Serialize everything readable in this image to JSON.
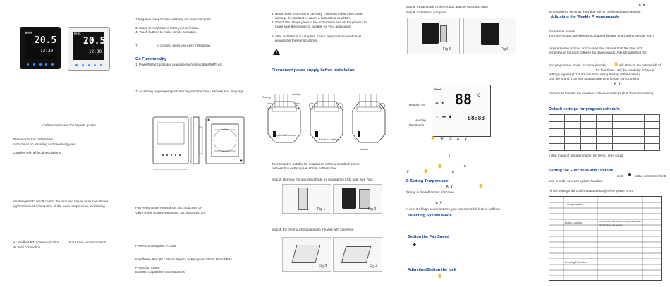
{
  "col1": {
    "device_texts": {
      "week_a": "Week",
      "temp_a": "20.5",
      "time_a": "12:30",
      "week_b": "Week",
      "temp_b": "20.5",
      "time_b": "12:30"
    },
    "lines": [
      "craftsmanship and the highest quality",
      "Please read this installation/",
      "instructions on installing and operating your",
      "complies with all local regulations.",
      "are designed to on/off control the fans and valves in air conditioner",
      "applications via comparison of the room temperature and setting",
      "N : Modbus RTU communication",
      "B:BACnet communication",
      "W : Wifi connection"
    ]
  },
  "col2": {
    "lines": [
      "1.Negative black screen will bring you a secret world.",
      "3. Glass or Acrylic Lens is for your selection.",
      "4. Touch buttons to make simple operation.",
      "7.",
      "to connect gives you easy installation.",
      "7. All setting languages synch tonize your time zone, address and language",
      "Fan Relay Amps Resistance: 5A, Inductive: 3A",
      "Valve Relay Amps Resistance: 3A, Inductive: 1A",
      "Power Consumption: <1.5W",
      "Installation Box: 86 * 86mm Square or European 60mm Round Box",
      "Protection Class:",
      "Buttons: Capacitive Touch Buttons"
    ],
    "heading": "On Functionality",
    "heading_line": "1. Powerful functions are available such as Modbus/WIFI etc."
  },
  "col3": {
    "lines": [
      "1. Read these instructions carefully. Failure to follow them could",
      "damage the product or cause a hazardous condition.",
      "2. Check the ratings given in the instructions and on the product to",
      "make sure the product is suitable for your application.",
      "6. After installation is complete, check out product operation as",
      "provided in these instructions.",
      "Thermostat is suitable for installation within a standard 86mm",
      "pattress box or European 60mm pattress box.",
      "Step 2. Remove the mounting Plate by rotating the LCD part. See Fig2.",
      "Step 4. Fix the mounting plate into the wall with screws in"
    ],
    "heading": "Disconnect power supply before installation.",
    "figures": [
      "Fig 1",
      "Fig 2",
      "Fig 3",
      "Fig 4"
    ],
    "diagram_labels": [
      "Cooling",
      "Heating",
      "Modbus",
      "Modbus & Network",
      "Modbus & Network"
    ]
  },
  "col4": {
    "lines": [
      "Step 5. Fasten body of thermostat and the mounting plate",
      "Step 6. Installation complete.",
      "Heating On",
      "Heating",
      "Ventilation",
      "display in the left corner of screen.",
      "In item 3 of high senior options, you can select full lock or half lock."
    ],
    "figures": [
      "Fig 5",
      "Fig 6"
    ],
    "headings": [
      "3. Setting Temperature:",
      ". Selecting System Mode",
      ". Setting the Fan Speed",
      ". Adjusting/Setting the  lock"
    ],
    "lcd": {
      "week": "Week",
      "temp": "88",
      "unit": "°C",
      "time": "88:88"
    }
  },
  "col5": {
    "lines": [
      "arrows,after 5 seconds the value will be confirmed automatically.",
      "the relative values.",
      "Your thermostat provides six scheduled heating and cooling periods each",
      "required when room is unoccupied.You can set both the time and",
      "temperature for each of these six daily periods. Adjusting/Setting the",
      "and programme mode. In manual mode,",
      "will show in the bottom left of",
      "for four times until the weekday schedule",
      "settings appear (1 2 3 4 5 will show along the top of the screen).",
      "Use the  ∧  and ∨  arrows to adjust the time for the 1st (Comfort)",
      "once more to enter the weekend schedule settings (6 & 7 will show along",
      "In the mode of programmable, set temp., time could",
      "and",
      "at the same time for 5",
      "sec. in order to reach system function.",
      "All the settings will confirm automatically when power is on."
    ],
    "headings": [
      ". Adjusting the Weekly Programmable",
      "Default settings for program schedule",
      "Setting the Functions and Options"
    ],
    "table_cells": [
      "compensation",
      "Button Locking",
      "00:All buttons are locked except power button",
      "01:All buttons are locked.",
      "Freezing Protection"
    ]
  }
}
